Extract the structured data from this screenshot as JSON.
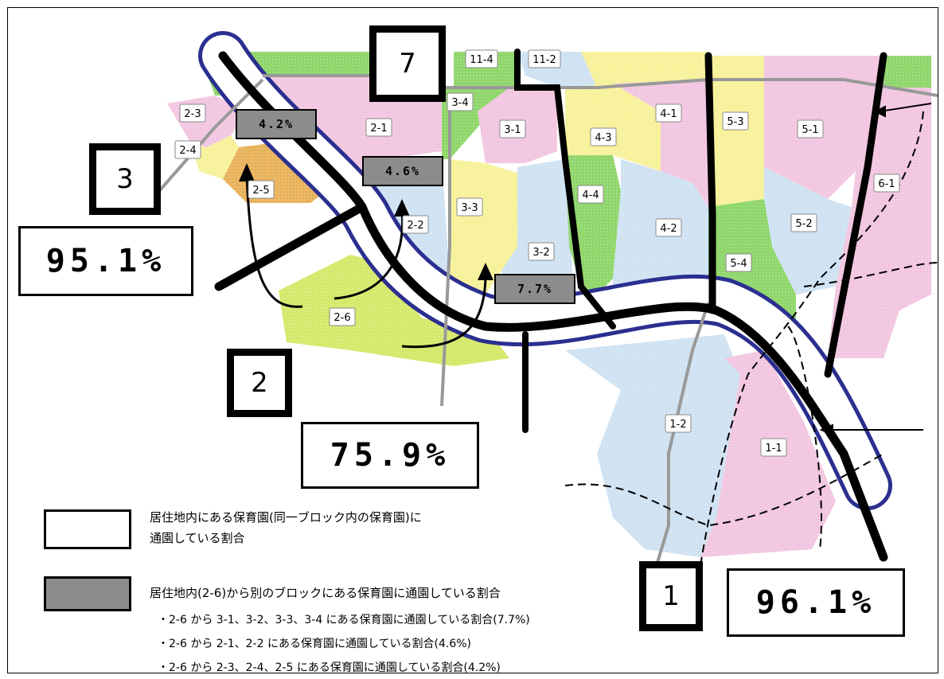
{
  "zones": [
    "2-3",
    "2-4",
    "2-5",
    "2-1",
    "2-2",
    "2-6",
    "3-4",
    "3-1",
    "3-3",
    "3-2",
    "11-4",
    "11-2",
    "4-3",
    "4-1",
    "4-4",
    "4-2",
    "5-3",
    "5-1",
    "5-2",
    "5-4",
    "6-1",
    "1-2",
    "1-1"
  ],
  "blocks": {
    "b7": "7",
    "b3": "3",
    "b2": "2",
    "b1": "1"
  },
  "gray_pct": {
    "p42": "4.2%",
    "p46": "4.6%",
    "p77": "7.7%"
  },
  "white_pct": {
    "p951": "95.1%",
    "p759": "75.9%",
    "p961": "96.1%"
  },
  "legend": {
    "white_line1": "居住地内にある保育園(同一ブロック内の保育園)に",
    "white_line2": "通園している割合",
    "gray_line": "居住地内(2-6)から別のブロックにある保育園に通園している割合",
    "bullets": [
      "・2-6 から 3-1、3-2、3-3、3-4 にある保育園に通園している割合(7.7%)",
      "・2-6 から 2-1、2-2 にある保育園に通園している割合(4.6%)",
      "・2-6 から 2-3、2-4、2-5 にある保育園に通園している割合(4.2%)"
    ]
  },
  "colors": {
    "pink": "#f2c6e0",
    "green": "#8fd66a",
    "yellow": "#f7f19a",
    "lightblue": "#cfe2f2",
    "orange": "#e8b25a",
    "lime": "#d6e86a",
    "river": "#2b2f8f",
    "gray_box": "#8c8c8c"
  }
}
